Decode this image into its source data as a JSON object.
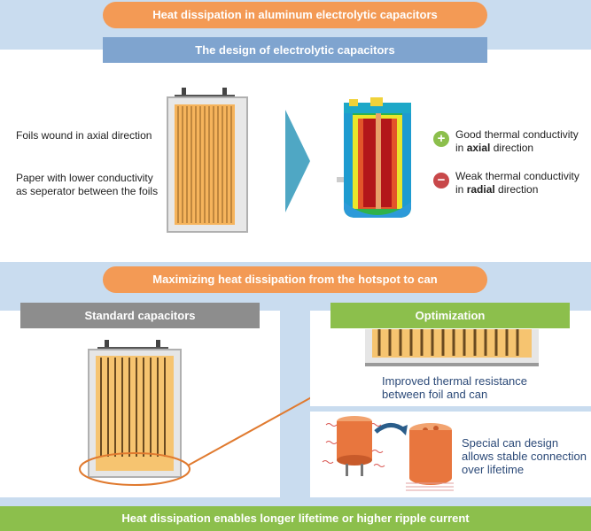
{
  "top_title": "Heat dissipation in aluminum electrolytic capacitors",
  "design_title": "The design of electrolytic capacitors",
  "left_text_1": "Foils wound in axial direction",
  "left_text_2_line1": "Paper with lower conductivity",
  "left_text_2_line2": "as seperator between the foils",
  "good_text_line1": "Good thermal conductivity",
  "good_text_line2_bold": "axial",
  "good_text_line2_rest": " direction",
  "good_text_line2_pre": "in ",
  "weak_text_line1": "Weak thermal conductivity",
  "weak_text_line2_pre": "in ",
  "weak_text_line2_bold": "radial",
  "weak_text_line2_rest": " direction",
  "plus_symbol": "+",
  "minus_symbol": "−",
  "middle_title": "Maximizing heat dissipation from the hotspot to can",
  "standard_title": "Standard capacitors",
  "optimization_title": "Optimization",
  "improved_line1": "Improved thermal resistance",
  "improved_line2": "between foil and can",
  "special_line1": "Special can design",
  "special_line2": "allows stable connection",
  "special_line3": "over lifetime",
  "bottom_title": "Heat dissipation enables longer lifetime or higher ripple current",
  "colors": {
    "orange": "#f39a55",
    "blue_bar": "#7fa4cf",
    "gray_bar": "#8d8d8d",
    "green": "#8cbf4c",
    "background": "#c9dcef"
  }
}
